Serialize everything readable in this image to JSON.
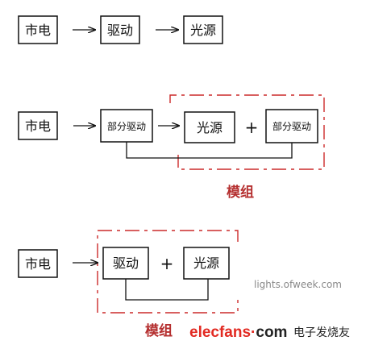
{
  "colors": {
    "box_stroke": "#111111",
    "line": "#111111",
    "module_dash": "#cc2a2a",
    "module_label": "#b53030",
    "elecfans_text": "#e22a22",
    "watermark_gray": "#8a8a8a"
  },
  "row1": {
    "box_mains": "市电",
    "box_driver": "驱动",
    "box_light": "光源"
  },
  "row2": {
    "box_mains": "市电",
    "box_partial_driver_left": "部分驱动",
    "box_light": "光源",
    "plus": "+",
    "box_partial_driver_right": "部分驱动",
    "module_label": "模组"
  },
  "row3": {
    "box_mains": "市电",
    "box_driver": "驱动",
    "plus": "+",
    "box_light": "光源",
    "module_label": "模组"
  },
  "watermarks": {
    "lights": "lights.ofweek.com",
    "elecfans": "elecfans",
    "elecfans_dot": "·",
    "elecfans_com": "com",
    "elecfans_cn": "电子发烧友"
  },
  "icons": {
    "arrow": "right-arrow-icon"
  }
}
